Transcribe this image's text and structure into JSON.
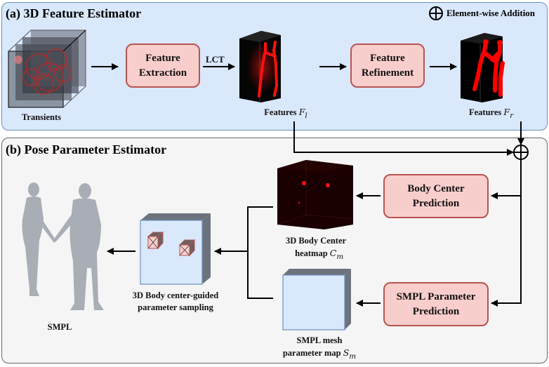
{
  "panel_a": {
    "title": "(a)  3D Feature Estimator",
    "legend": {
      "symbol": "circle-plus-icon",
      "label": "Element-wise Addition"
    },
    "transients_label": "Transients",
    "feature_extraction": {
      "line1": "Feature",
      "line2": "Extraction"
    },
    "lct_label": "LCT",
    "features_l": {
      "text": "Features ",
      "math": "F",
      "sub": "l"
    },
    "feature_refinement": {
      "line1": "Feature",
      "line2": "Refinement"
    },
    "features_r": {
      "text": "Features ",
      "math": "F",
      "sub": "r"
    }
  },
  "panel_b": {
    "title": "(b)  Pose Parameter Estimator",
    "body_center_prediction": {
      "line1": "Body Center",
      "line2": "Prediction"
    },
    "smpl_parameter_prediction": {
      "line1": "SMPL Parameter",
      "line2": "Prediction"
    },
    "heatmap_label": {
      "line1": "3D Body Center",
      "line2": "heatmap ",
      "math": "C",
      "sub": "m"
    },
    "mesh_label": {
      "line1": "SMPL mesh",
      "line2": "parameter map ",
      "math": "S",
      "sub": "m"
    },
    "sampling_label": {
      "line1": "3D Body center-guided",
      "line2": "parameter sampling"
    },
    "smpl_label": "SMPL"
  },
  "colors": {
    "panel_a_fill": "#dae8fc",
    "panel_a_stroke": "#6c8ebf",
    "panel_b_fill": "#f5f5f5",
    "box_fill": "#f8cecc",
    "box_stroke": "#b85450",
    "feature_red": "#ff0000"
  }
}
